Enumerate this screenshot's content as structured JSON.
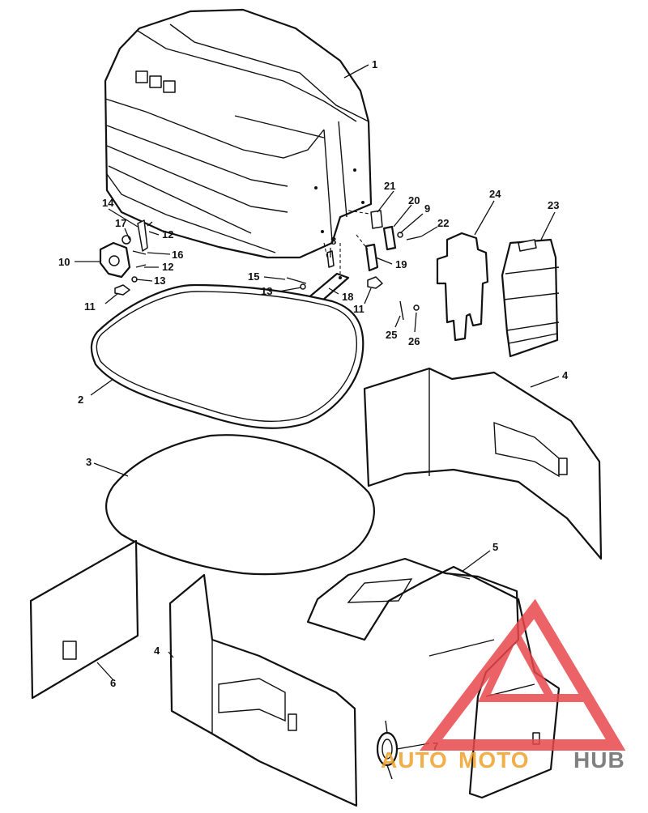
{
  "callouts": [
    "1",
    "2",
    "3",
    "4",
    "4",
    "5",
    "6",
    "7",
    "8",
    "9",
    "10",
    "11",
    "11",
    "12",
    "12",
    "13",
    "13",
    "14",
    "15",
    "16",
    "17",
    "18",
    "19",
    "20",
    "21",
    "22",
    "23",
    "24",
    "25",
    "26"
  ],
  "watermark": {
    "text_auto": "AUTO",
    "text_moto": "MOTO",
    "text_hub": "HUB",
    "accent_color": "#e8484c",
    "orange_color": "#f0a02a",
    "dark_color": "#6b6b6b"
  }
}
